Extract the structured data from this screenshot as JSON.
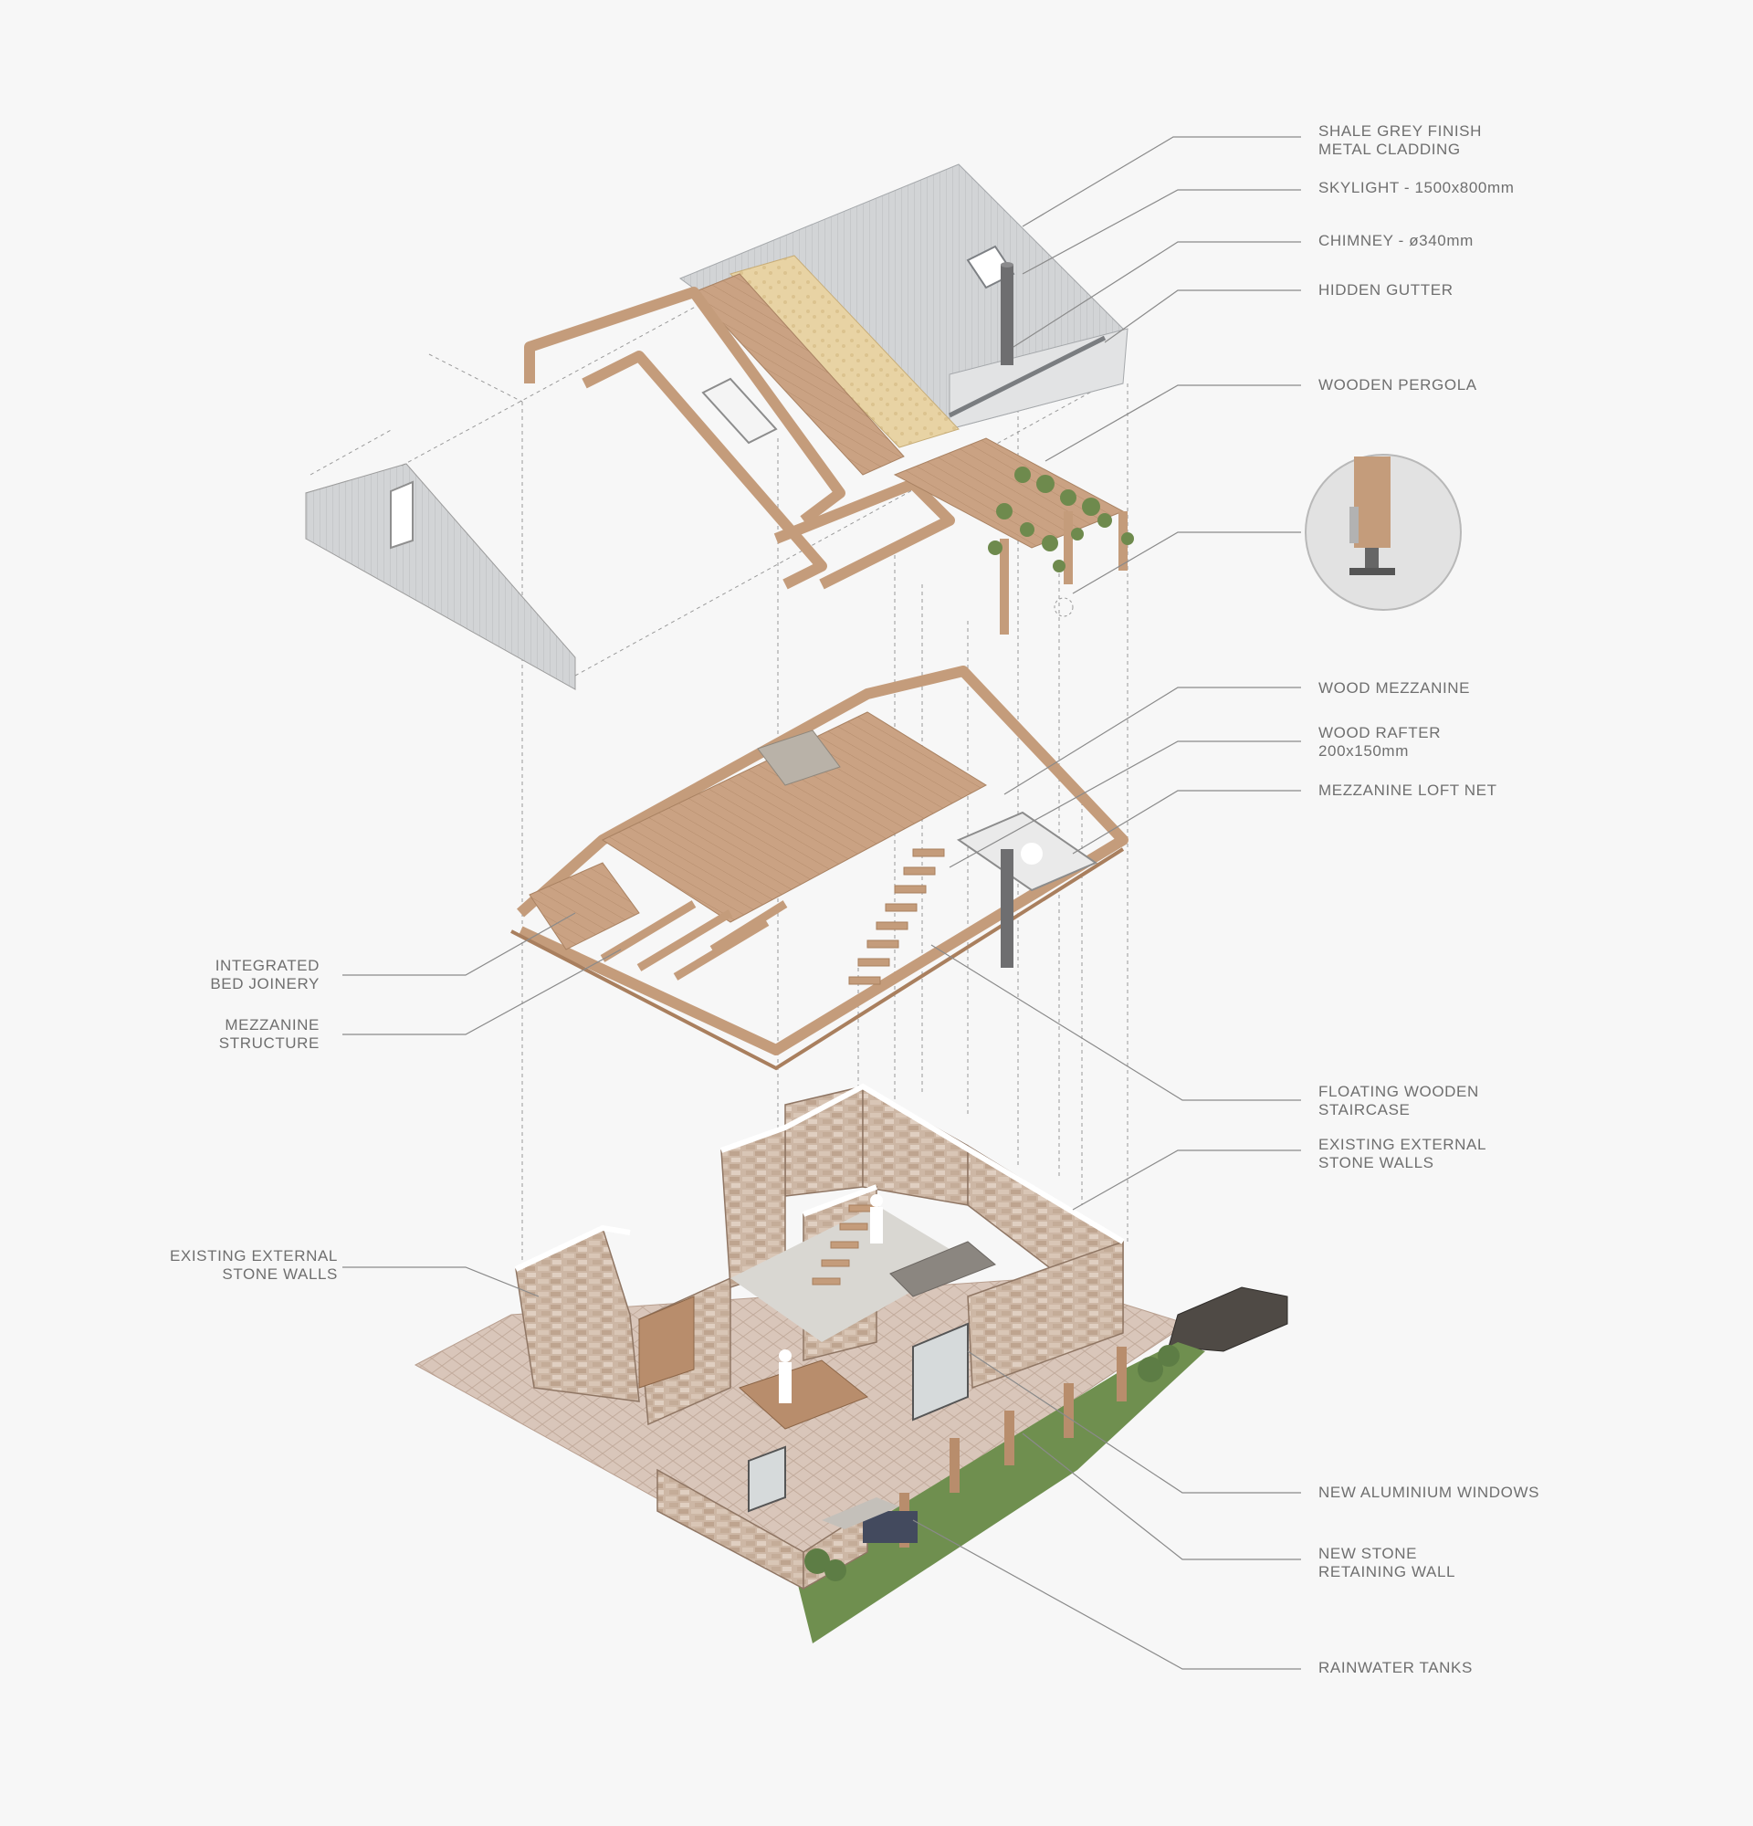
{
  "labels": {
    "shale_grey": [
      "SHALE GREY FINISH",
      "METAL CLADDING"
    ],
    "skylight": [
      "SKYLIGHT - 1500x800mm"
    ],
    "chimney": [
      "CHIMNEY - ø340mm"
    ],
    "hidden_gutter": [
      "HIDDEN GUTTER"
    ],
    "wooden_pergola": [
      "WOODEN PERGOLA"
    ],
    "wood_mezzanine": [
      "WOOD MEZZANINE"
    ],
    "wood_rafter": [
      "WOOD RAFTER",
      "200x150mm"
    ],
    "mezzanine_loft_net": [
      "MEZZANINE LOFT NET"
    ],
    "integrated_bed": [
      "INTEGRATED",
      "BED JOINERY"
    ],
    "mezzanine_structure": [
      "MEZZANINE",
      "STRUCTURE"
    ],
    "floating_staircase": [
      "FLOATING WOODEN",
      "STAIRCASE"
    ],
    "existing_walls_right": [
      "EXISTING EXTERNAL",
      "STONE WALLS"
    ],
    "existing_walls_left": [
      "EXISTING EXTERNAL",
      "STONE WALLS"
    ],
    "aluminium_windows": [
      "NEW ALUMINIUM WINDOWS"
    ],
    "retaining_wall": [
      "NEW STONE",
      "RETAINING WALL"
    ],
    "rainwater_tanks": [
      "RAINWATER TANKS"
    ]
  },
  "colors": {
    "background": "#f7f7f7",
    "leader": "#8a8a8a",
    "label_text": "#6f6f6f",
    "timber": "#c9a07f",
    "timber_dark": "#a97f5e",
    "metal_roof": "#cfd2d4",
    "stone": "#cdb7a5",
    "stone_dark": "#9c8473",
    "paving": "#d6c3b6",
    "greenery": "#5d7d45",
    "detail_circle": "#dcdcdc"
  }
}
